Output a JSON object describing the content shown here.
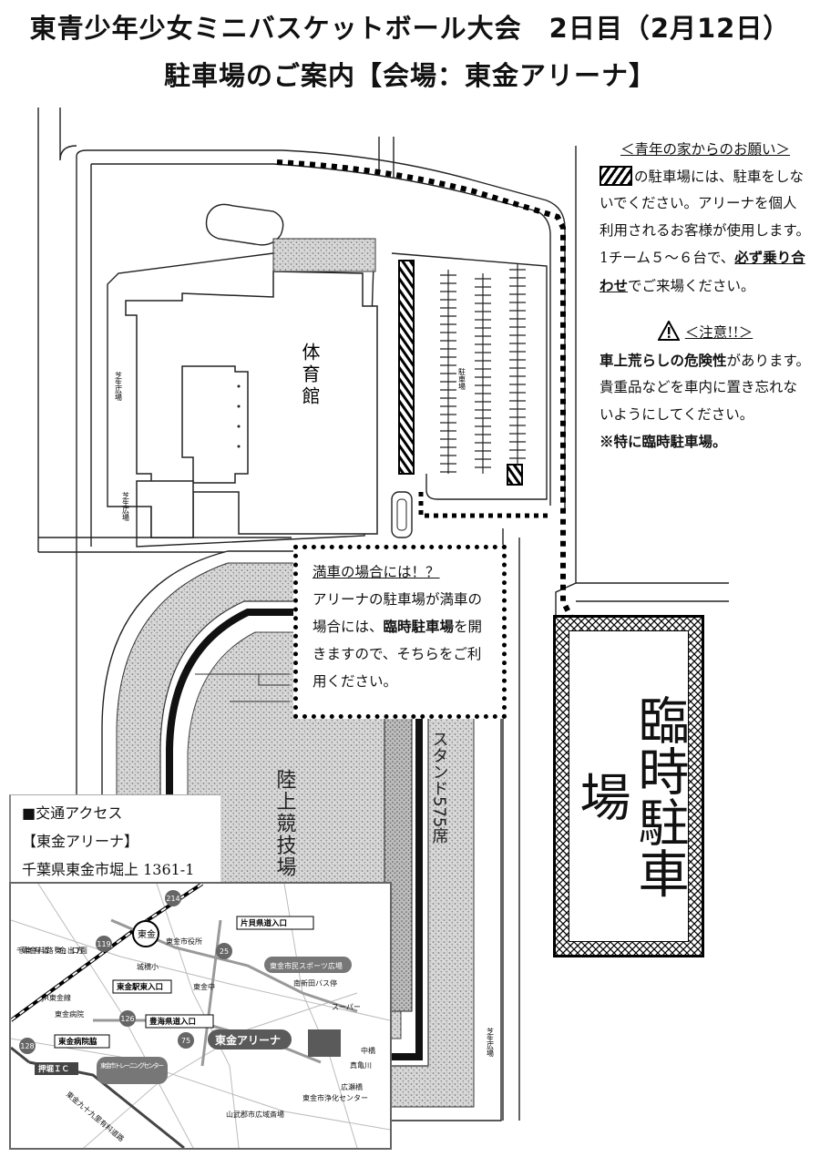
{
  "header": {
    "title": "東青少年少女ミニバスケットボール大会　2日目（2月12日）",
    "subtitle": "駐車場のご案内【会場：東金アリーナ】"
  },
  "map": {
    "gym": "体育館",
    "field": "陸上競技場",
    "stand": "スタンド575席",
    "lawn_1": "芝生広場",
    "lawn_2": "芝生広場",
    "lawn_3": "芝生広場",
    "parking_label": "駐車場"
  },
  "request": {
    "head": "＜青年の家からのお願い＞",
    "line1": "の駐車場には、駐車をしないでください。アリーナを個人利用されるお客様が使用します。",
    "line2_prefix": "1チーム５～６台で、",
    "line2_emph": "必ず乗り合わせ",
    "line2_suffix": "でご来場ください。"
  },
  "caution": {
    "head": "＜注意!!＞",
    "emph": "車上荒らしの危険性",
    "body": "があります。貴重品などを車内に置き忘れないようにしてください。",
    "note": "※特に臨時駐車場。"
  },
  "full": {
    "head": "満車の場合には！？",
    "prefix": "アリーナの駐車場が満車の場合には、",
    "emph": "臨時駐車場",
    "suffix": "を開きますので、そちらをご利用ください。"
  },
  "temp_lot": {
    "label": "臨時駐車場"
  },
  "access": {
    "head": "■交通アクセス",
    "venue": "【東金アリーナ】",
    "address": "千葉県東金市堀上 1361-1"
  },
  "access_map": {
    "toll_road": "千葉東金有料道路「東金」出口方面",
    "jr_line": "JR東金線",
    "togane_station": "東金",
    "city_hall": "東金市役所",
    "joyo_elem": "城横小",
    "togane_mid": "東金中",
    "togane_hosp": "東金病院",
    "east_entrance": "東金駅東入口",
    "katagai": "片貝県道入口",
    "toukai": "豊海県道入口",
    "hosp_side": "東金病院脇",
    "oshiai_ic": "押堀ＩＣ",
    "kujukuri": "東金九十九里有料道路",
    "training": "東金市トレーニングセンター",
    "sports_park": "東金市民スポーツ広場",
    "bus_stop": "南新田バス停",
    "supermarket": "スーパー",
    "arena": "東金アリーナ",
    "nakahashi": "中橋",
    "makame": "真亀川",
    "hirose": "広瀬橋",
    "clean_center": "東金市浄化センター",
    "sanbu": "山武郡市広域斎場",
    "route_214": "214",
    "route_119": "119",
    "route_126": "126",
    "route_128": "128",
    "route_25": "25",
    "route_75": "75"
  },
  "colors": {
    "ink": "#111111",
    "map_gray": "#555555",
    "arena_fill": "#5a5a5a"
  }
}
